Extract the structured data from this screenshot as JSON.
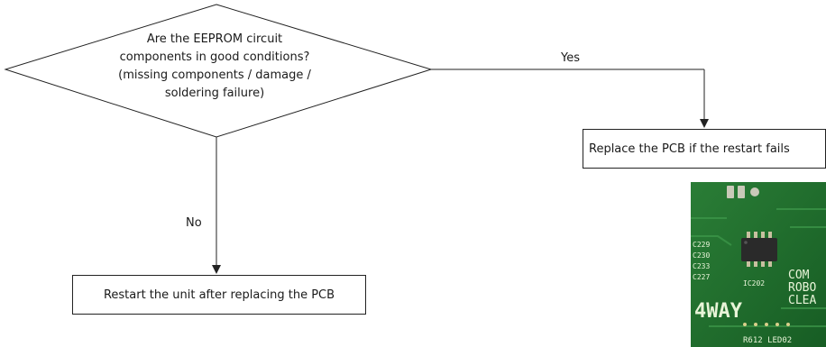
{
  "flowchart": {
    "decision": {
      "lines": [
        "Are the EEPROM circuit",
        "components in good conditions?",
        "(missing components / damage /",
        "soldering failure)"
      ]
    },
    "yes_label": "Yes",
    "no_label": "No",
    "yes_result": "Replace the PCB if the restart fails",
    "no_result": "Restart the unit after replacing the PCB"
  },
  "photo": {
    "board_markings": {
      "c1": "C229",
      "c2": "C230",
      "c3": "C233",
      "c4": "C227",
      "ic": "IC202",
      "big": "4WAY",
      "com": "COM",
      "rob": "ROBO",
      "clea": "CLEA",
      "r612": "R612 LED02"
    },
    "colors": {
      "board": "#1f6b2c",
      "board_dark": "#0f4a1a",
      "chip": "#2a2a2a",
      "silk": "#e8f4d8"
    }
  }
}
